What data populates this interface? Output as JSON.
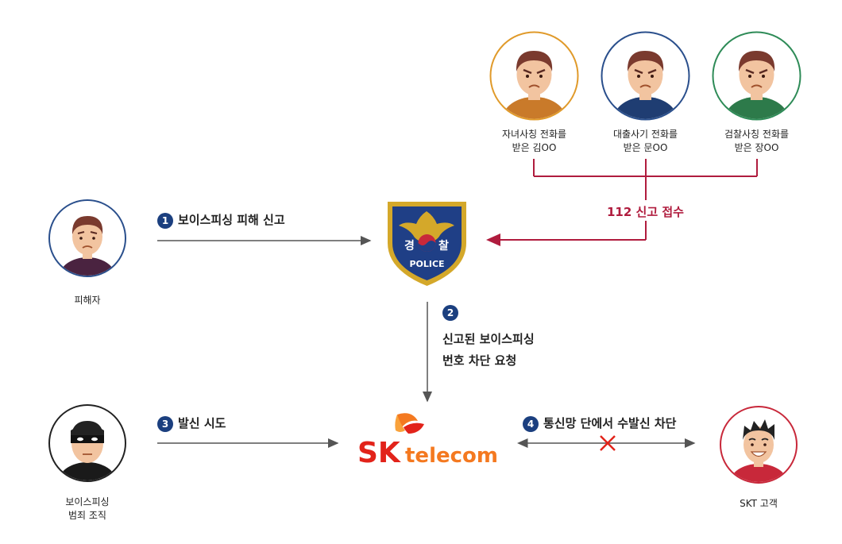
{
  "victims": [
    {
      "label_line1": "자녀사칭 전화를",
      "label_line2": "받은 김OO",
      "ring_color": "#e09a2a",
      "shirt_color": "#c97a2a"
    },
    {
      "label_line1": "대출사기 전화를",
      "label_line2": "받은 문OO",
      "ring_color": "#2a4f8c",
      "shirt_color": "#1f3d72"
    },
    {
      "label_line1": "검찰사칭 전화를",
      "label_line2": "받은 장OO",
      "ring_color": "#2e8b57",
      "shirt_color": "#2d7a4a"
    }
  ],
  "report_label": "112 신고 접수",
  "victim_person": {
    "label": "피해자",
    "ring_color": "#2a4f8c"
  },
  "criminal": {
    "label_line1": "보이스피싱",
    "label_line2": "범죄 조직",
    "ring_color": "#222222"
  },
  "customer": {
    "label": "SKT 고객",
    "ring_color": "#c8283a"
  },
  "steps": {
    "step1": {
      "number": "1",
      "label": "보이스피싱 피해 신고"
    },
    "step2": {
      "number": "2",
      "line1": "신고된 보이스피싱",
      "line2": "번호 차단 요청"
    },
    "step3": {
      "number": "3",
      "label": "발신 시도"
    },
    "step4": {
      "number": "4",
      "label": "통신망 단에서 수발신 차단"
    }
  },
  "police_badge": {
    "text_left": "경",
    "text_right": "찰",
    "text_bottom": "POLICE"
  },
  "sk_logo": {
    "sk": "SK",
    "telecom": "telecom"
  },
  "colors": {
    "badge": "#1b3f7f",
    "report_red": "#b01c3e",
    "sk_red": "#e2231a",
    "sk_orange": "#f47920",
    "line": "#555555"
  }
}
